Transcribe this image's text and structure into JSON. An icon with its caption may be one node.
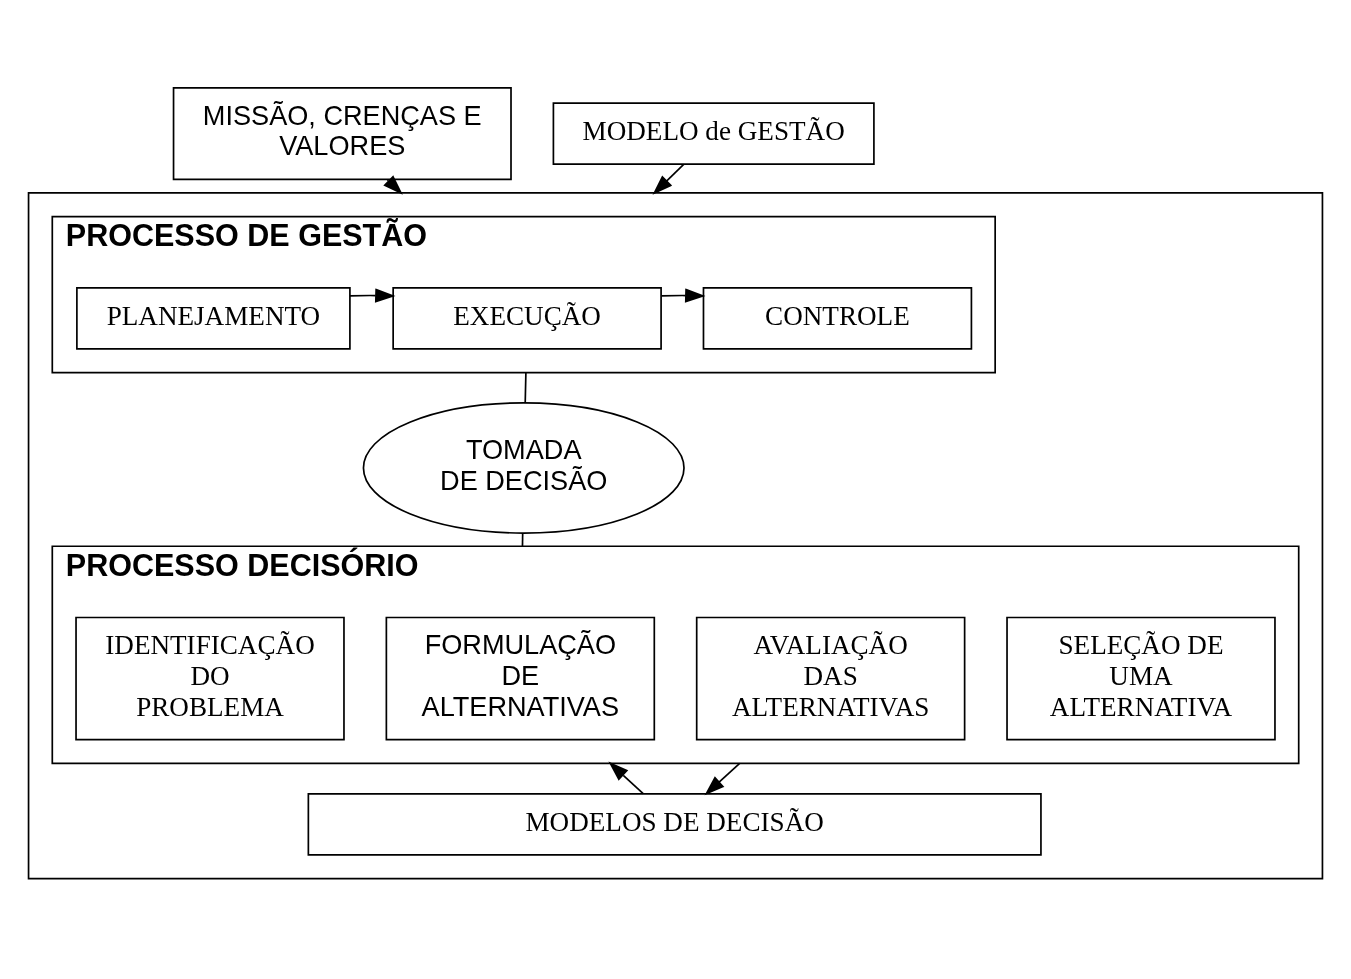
{
  "diagram": {
    "nodes": [
      {
        "text": [
          "MISSÃO, CRENÇAS E VALORES"
        ]
      },
      {
        "text": [
          "MODELO de GESTÃO"
        ]
      },
      {
        "text": [],
        "shape": "box"
      },
      {
        "text": [
          "PROCESSO DE GESTÃO"
        ],
        "in": 2
      },
      {
        "text": [
          "PLANEJAMENTO"
        ],
        "in": 3
      },
      {
        "text": [
          "EXECUÇÃO"
        ],
        "in": 3
      },
      {
        "text": [
          "CONTROLE"
        ],
        "in": 3
      },
      {
        "text": [
          "TOMADA DE DECISÃO"
        ],
        "in": 2
      },
      {
        "text": [
          "PROCESSO DECISÓRIO"
        ],
        "in": 2
      },
      {
        "text": [
          "IDENTIFICAÇÃO DO PROBLEMA"
        ],
        "in": 8
      },
      {
        "text": [
          "FORMULAÇÃO DE ALTERNATIVAS"
        ],
        "in": 8
      },
      {
        "text": [
          "AVALIAÇÃO DAS ALTERNATIVAS"
        ],
        "in": 8
      },
      {
        "text": [
          "SELEÇÃO DE UMA ALTERNATIVA"
        ],
        "in": 8
      },
      {
        "text": [
          "MODELOS DE DECISÃO"
        ],
        "in": 2
      }
    ],
    "edges": [
      {
        "from": 0,
        "to": 2,
        "arrow": "to"
      },
      {
        "from": 1,
        "to": 2,
        "arrow": "to"
      },
      {
        "from": 4,
        "to": 5,
        "arrow": "to"
      },
      {
        "from": 5,
        "to": 6,
        "arrow": "to"
      },
      {
        "from": 3,
        "to": 7,
        "arrow": "none"
      },
      {
        "from": 7,
        "to": 8,
        "arrow": "none"
      },
      {
        "from": 13,
        "to": 8,
        "arrow": "to"
      },
      {
        "from": 8,
        "to": 13,
        "arrow": "to"
      }
    ]
  }
}
